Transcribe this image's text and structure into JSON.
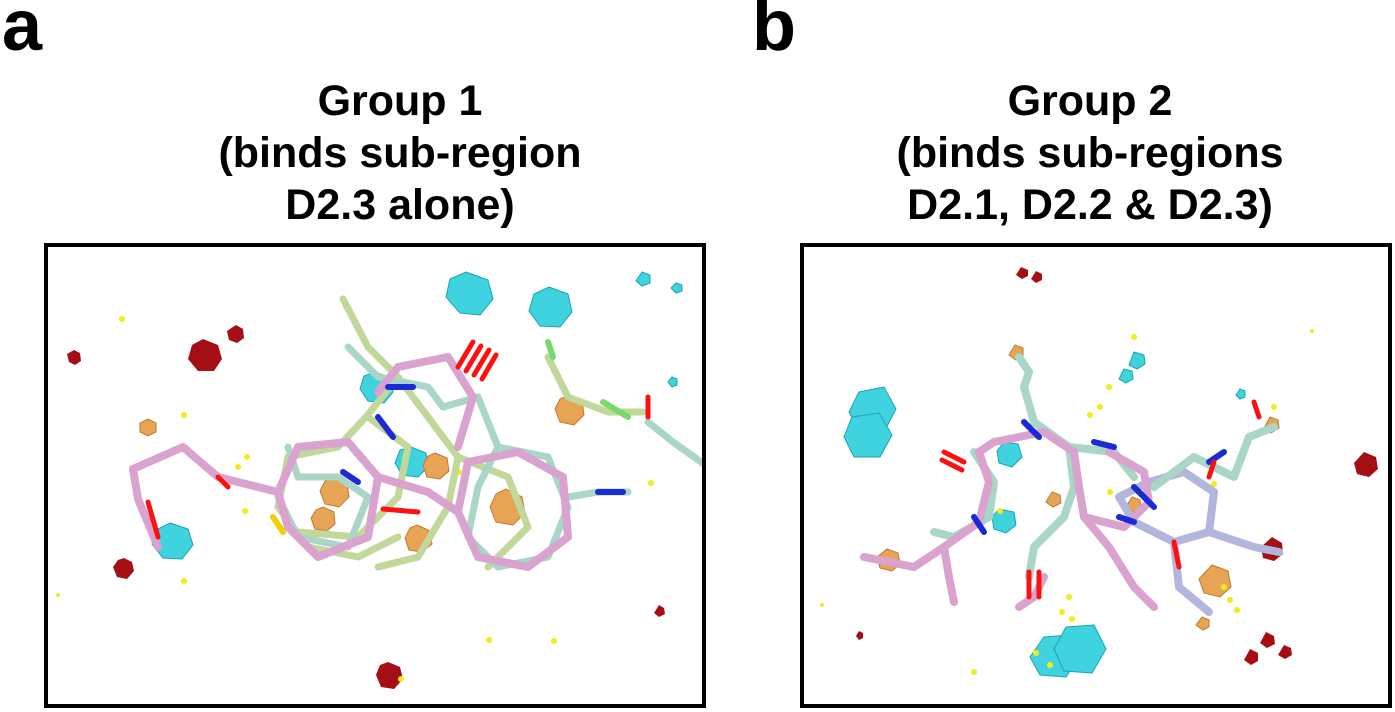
{
  "panel_a": {
    "letter": "a",
    "title_lines": [
      "Group 1",
      "(binds sub-region",
      "D2.3 alone)"
    ]
  },
  "panel_b": {
    "letter": "b",
    "title_lines": [
      "Group 2",
      "(binds sub-regions",
      "D2.1, D2.2 & D2.3)"
    ]
  },
  "colors": {
    "cyan_feature": "#3fd3e0",
    "dark_red_feature": "#a40e14",
    "orange_feature": "#e8a455",
    "yellow_point": "#f2ec18",
    "ligand_pink": "#d9a2cf",
    "ligand_teal": "#a9d6c6",
    "ligand_green": "#c1d89a",
    "ligand_lavender": "#b2b6dc",
    "oxygen": "#ff1010",
    "nitrogen": "#1a2bd6",
    "sulfur": "#f0d000",
    "fluorine": "#7ad96a"
  }
}
